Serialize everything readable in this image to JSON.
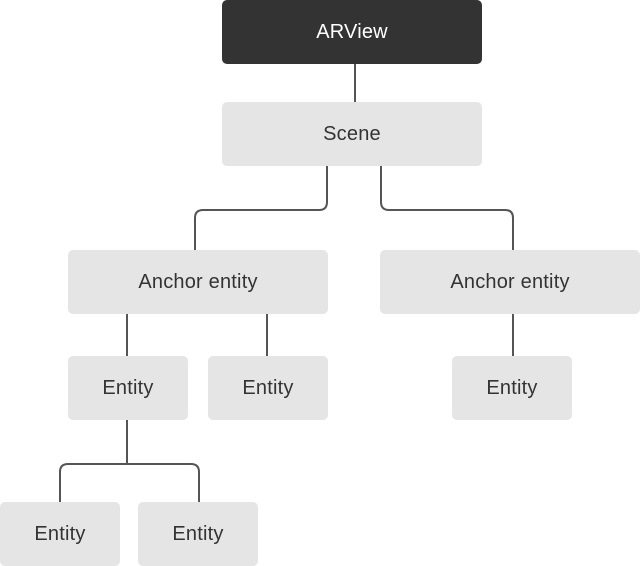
{
  "diagram": {
    "root": {
      "label": "ARView"
    },
    "scene": {
      "label": "Scene"
    },
    "anchor_left": {
      "label": "Anchor entity"
    },
    "anchor_right": {
      "label": "Anchor entity"
    },
    "entity_left": {
      "label": "Entity"
    },
    "entity_middle": {
      "label": "Entity"
    },
    "entity_right": {
      "label": "Entity"
    },
    "entity_bottom_left": {
      "label": "Entity"
    },
    "entity_bottom_right": {
      "label": "Entity"
    }
  },
  "colors": {
    "root_fill": "#333333",
    "root_text": "#ffffff",
    "node_fill": "#e5e5e5",
    "node_text": "#333333",
    "connector": "#555555"
  }
}
